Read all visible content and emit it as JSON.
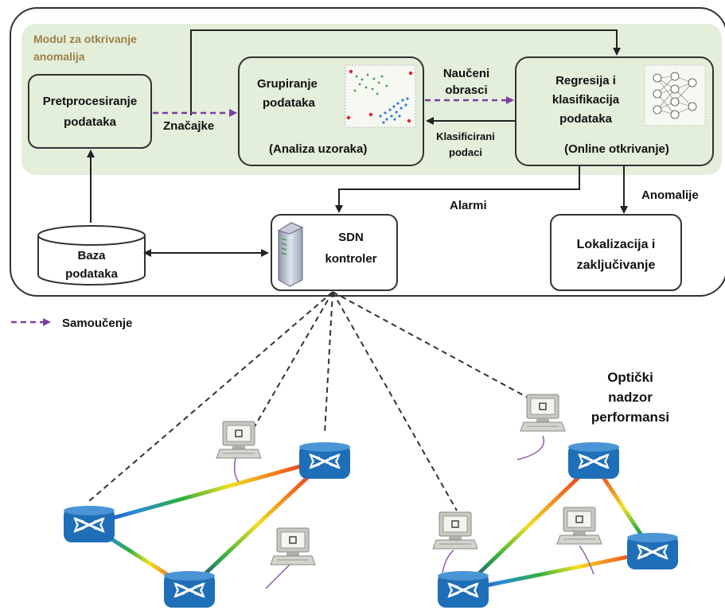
{
  "module": {
    "title_line1": "Modul za otkrivanje",
    "title_line2": "anomalija"
  },
  "boxes": {
    "preprocessing": {
      "line1": "Pretprocesiranje",
      "line2": "podataka"
    },
    "clustering": {
      "line1": "Grupiranje",
      "line2": "podataka",
      "sub": "(Analiza uzoraka)"
    },
    "regression": {
      "line1": "Regresija i",
      "line2": "klasifikacija",
      "line3": "podataka",
      "sub": "(Online otkrivanje)"
    },
    "database": {
      "line1": "Baza",
      "line2": "podataka"
    },
    "sdn": {
      "line1": "SDN",
      "line2": "kontroler"
    },
    "localization": {
      "line1": "Lokalizacija i",
      "line2": "zaključivanje"
    }
  },
  "edge_labels": {
    "features": "Značajke",
    "learned_line1": "Naučeni",
    "learned_line2": "obrasci",
    "classified_line1": "Klasificirani",
    "classified_line2": "podaci",
    "alarms": "Alarmi",
    "anomalies": "Anomalije"
  },
  "legend": {
    "self_learning": "Samoučenje"
  },
  "network": {
    "monitor_line1": "Optički",
    "monitor_line2": "nadzor",
    "monitor_line3": "performansi"
  },
  "colors": {
    "module_bg": "#e3eedb",
    "dashed_purple": "#7b3fa0",
    "module_title": "#9c8148",
    "router_blue": "#1f6fb8"
  }
}
